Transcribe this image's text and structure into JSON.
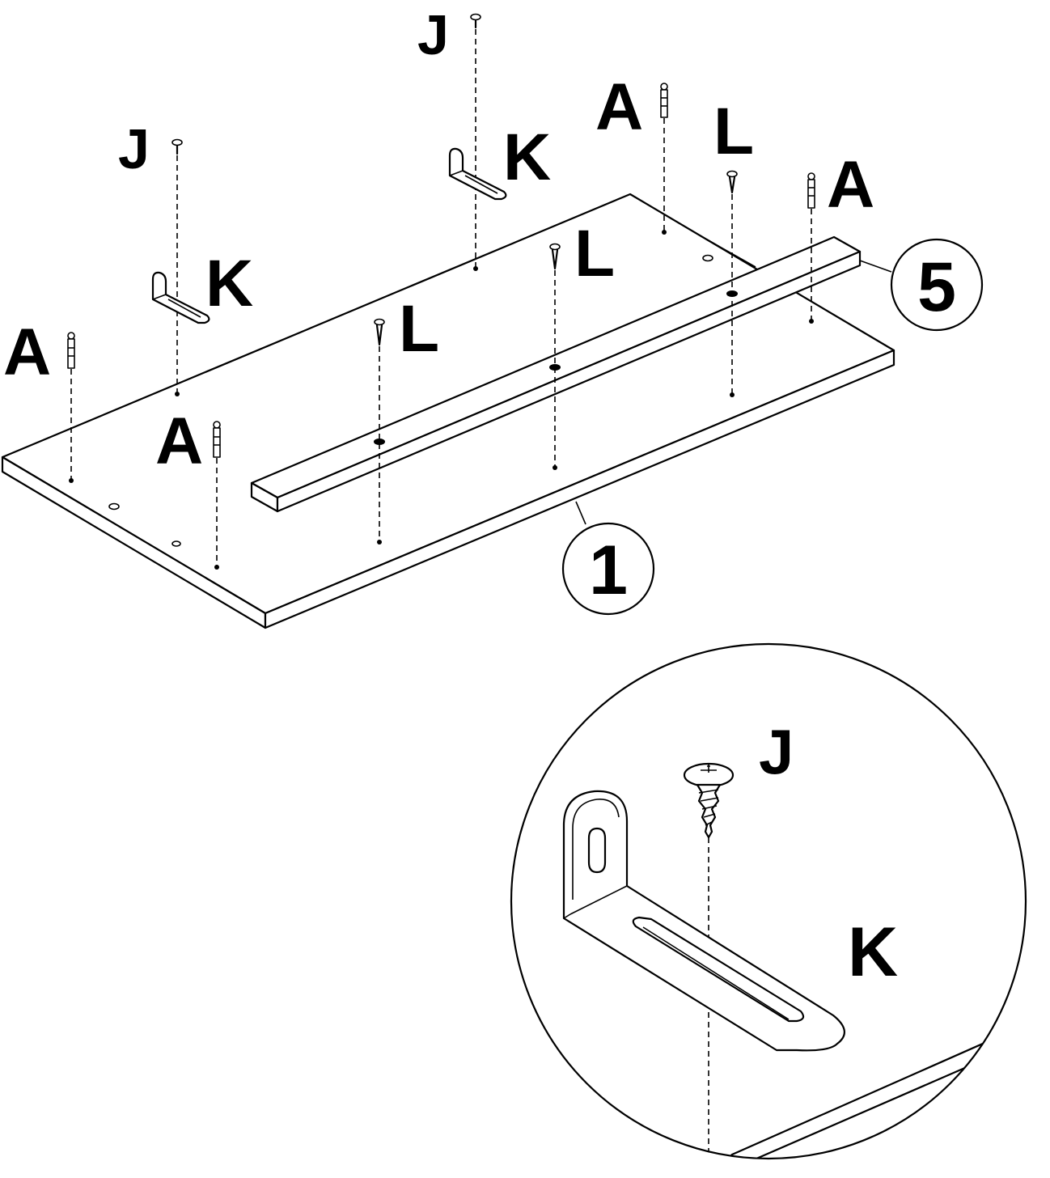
{
  "labels": {
    "part_A": "A",
    "part_J": "J",
    "part_K": "K",
    "part_L": "L",
    "panel_1": "1",
    "batten_5": "5"
  }
}
